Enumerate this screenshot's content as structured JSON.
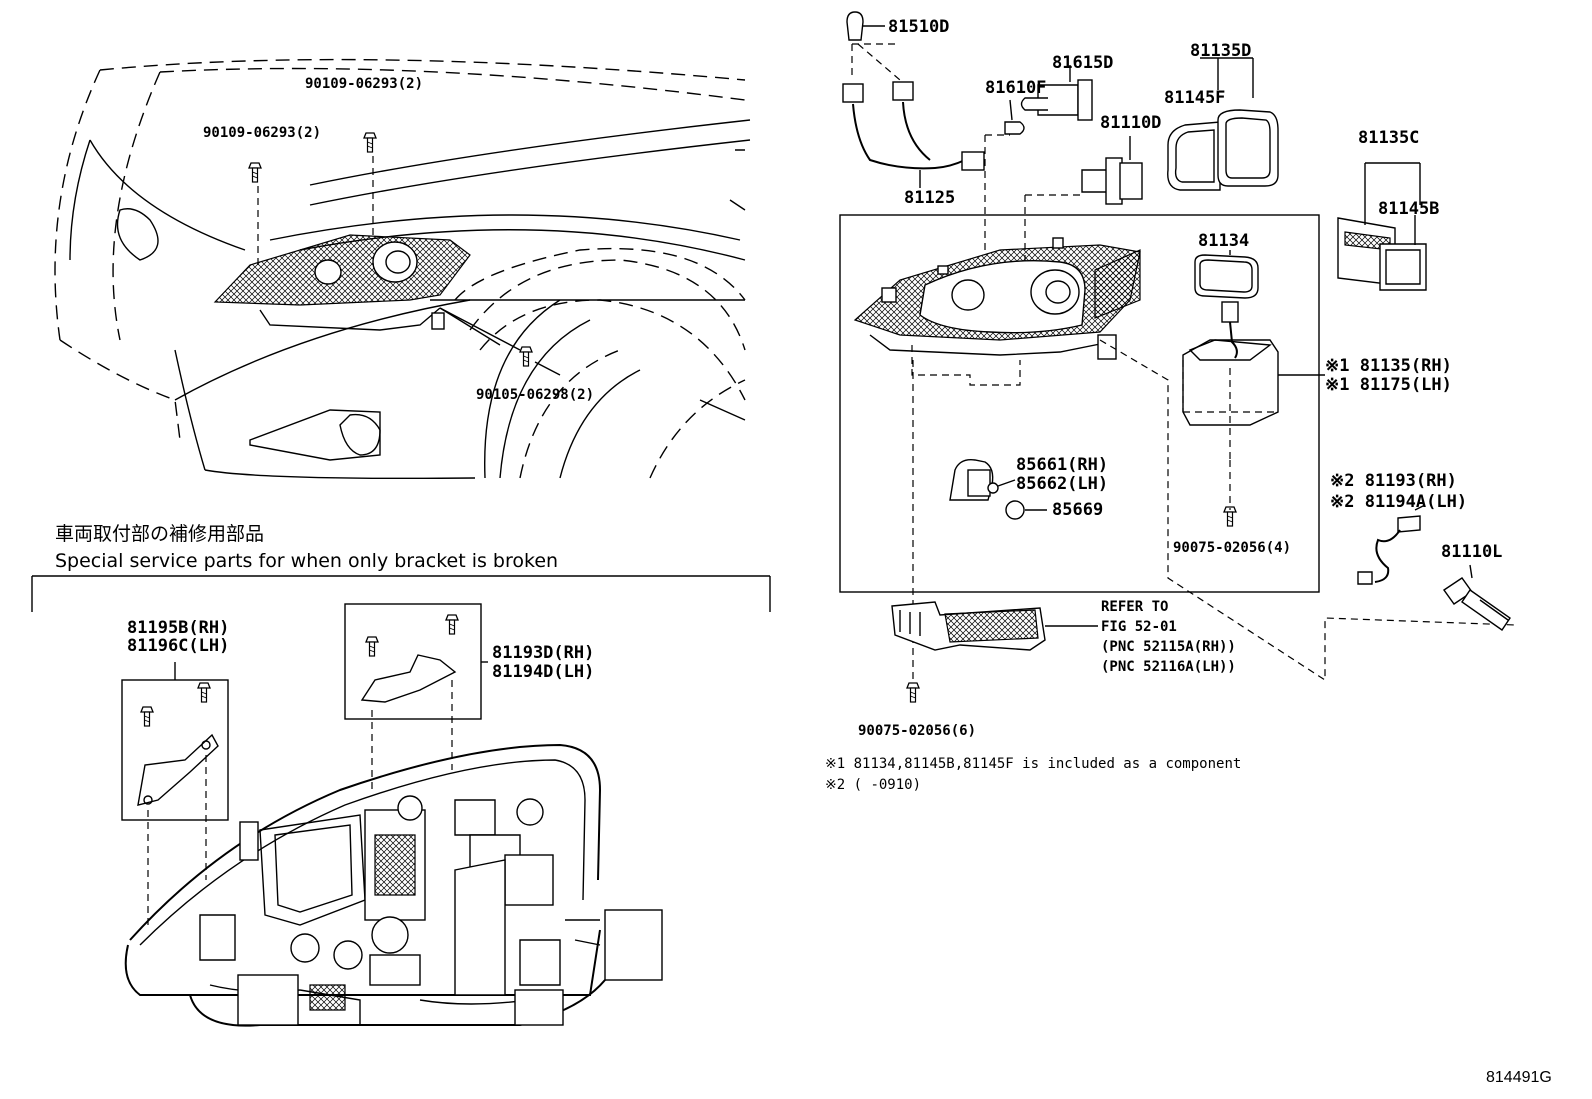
{
  "figure_id": "814491G",
  "caption": {
    "japanese": "車両取付部の補修用部品",
    "english": "Special service parts for when only bracket is broken"
  },
  "labels": {
    "p90109a": "90109-06293(2)",
    "p90109b": "90109-06293(2)",
    "p90105": "90105-06298(2)",
    "p81510D": "81510D",
    "p81615D": "81615D",
    "p81610F": "81610F",
    "p81135D": "81135D",
    "p81145F": "81145F",
    "p81110D": "81110D",
    "p81125": "81125",
    "p81135C": "81135C",
    "p81145B": "81145B",
    "p81134": "81134",
    "p81135RH": "※1 81135(RH)",
    "p81175LH": "※1 81175(LH)",
    "p85661": "85661(RH)",
    "p85662": "85662(LH)",
    "p85669": "85669",
    "p90075a": "90075-02056(4)",
    "p81193RH": "※2 81193(RH)",
    "p81194A": "※2 81194A(LH)",
    "p81110L": "81110L",
    "refer1": "REFER TO",
    "refer2": "FIG 52-01",
    "refer3": "(PNC 52115A(RH))",
    "refer4": "(PNC 52116A(LH))",
    "p90075b": "90075-02056(6)",
    "p81195B": "81195B(RH)",
    "p81196C": "81196C(LH)",
    "p81193D": "81193D(RH)",
    "p81194D": "81194D(LH)"
  },
  "notes": {
    "n1": "※1  81134,81145B,81145F is included as a  component",
    "n2": "※2 (     -0910)"
  },
  "icons": {
    "screw": "screw-icon",
    "bulb": "bulb-icon",
    "headlamp": "headlamp-assembly-icon"
  }
}
